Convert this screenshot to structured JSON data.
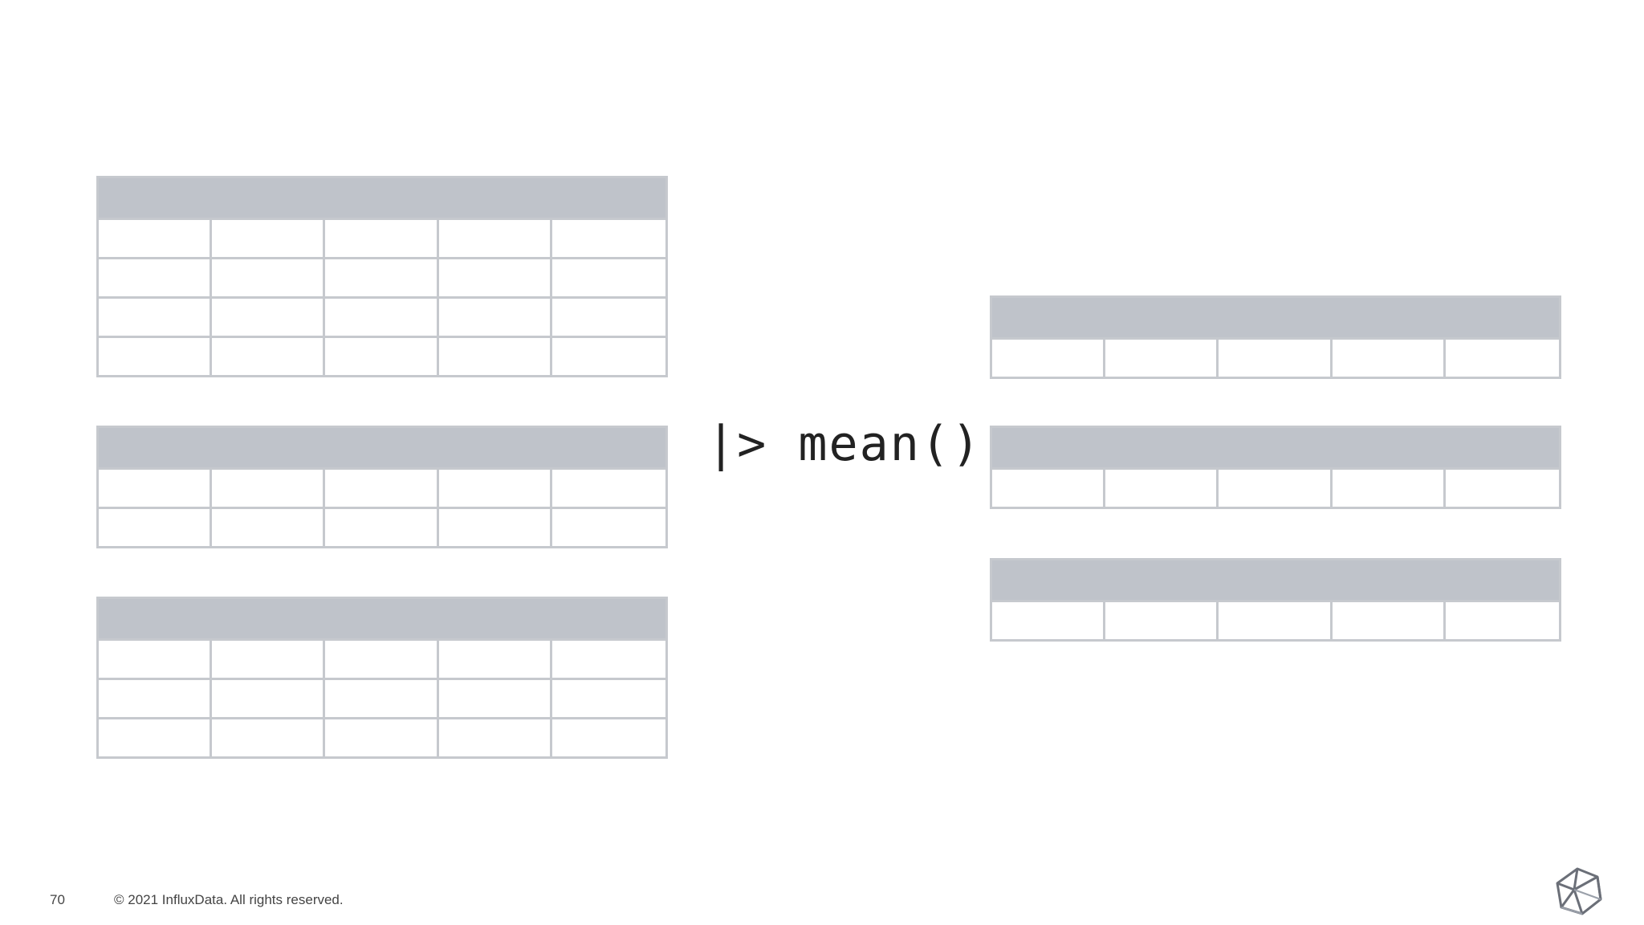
{
  "slide": {
    "operator_text": "|> mean()",
    "page_number": "70",
    "copyright": "© 2021 InfluxData. All rights reserved."
  },
  "colors": {
    "header_fill": "#bfc3ca",
    "grid_line": "#c6c9ce",
    "text": "#222222"
  },
  "tables": {
    "input": [
      {
        "columns": 5,
        "body_rows": 4
      },
      {
        "columns": 5,
        "body_rows": 2
      },
      {
        "columns": 5,
        "body_rows": 3
      }
    ],
    "output": [
      {
        "columns": 5,
        "body_rows": 1
      },
      {
        "columns": 5,
        "body_rows": 1
      },
      {
        "columns": 5,
        "body_rows": 1
      }
    ]
  },
  "logo": {
    "icon": "polyhedron-logo-icon"
  }
}
